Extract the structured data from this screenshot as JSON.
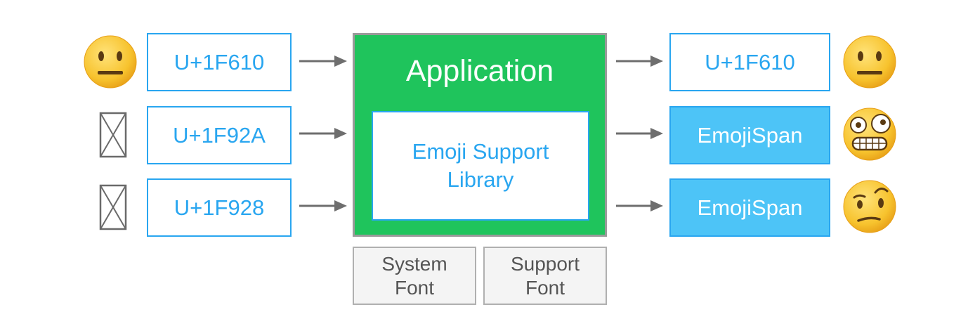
{
  "inputs": [
    {
      "code": "U+1F610",
      "glyph": "neutral-face-emoji"
    },
    {
      "code": "U+1F92A",
      "glyph": "missing-glyph-box"
    },
    {
      "code": "U+1F928",
      "glyph": "missing-glyph-box"
    }
  ],
  "application": {
    "title": "Application",
    "library": {
      "line1": "Emoji Support",
      "line2": "Library"
    }
  },
  "fonts": [
    {
      "line1": "System",
      "line2": "Font"
    },
    {
      "line1": "Support",
      "line2": "Font"
    }
  ],
  "outputs": [
    {
      "label": "U+1F610",
      "glyph": "neutral-face-emoji"
    },
    {
      "label": "EmojiSpan",
      "glyph": "zany-face-emoji"
    },
    {
      "label": "EmojiSpan",
      "glyph": "raised-eyebrow-face-emoji"
    }
  ],
  "colors": {
    "code_border": "#29a6f0",
    "emoji_span_fill": "#4dc4f7",
    "application_fill": "#1fc45c",
    "font_box_fill": "#f4f4f4",
    "arrow": "#6e6e6e",
    "emoji_yellow": "#f7c32e"
  }
}
